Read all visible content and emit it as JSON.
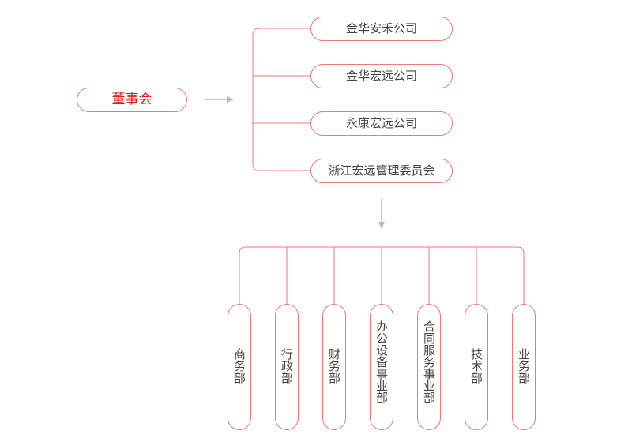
{
  "board": {
    "label": "董事会"
  },
  "companies": [
    {
      "label": "金华安禾公司"
    },
    {
      "label": "金华宏远公司"
    },
    {
      "label": "永康宏远公司"
    },
    {
      "label": "浙江宏远管理委员会"
    }
  ],
  "departments": [
    {
      "label": "商务部"
    },
    {
      "label": "行政部"
    },
    {
      "label": "财务部"
    },
    {
      "label": "办公设备事业部"
    },
    {
      "label": "合同服务事业部"
    },
    {
      "label": "技术部"
    },
    {
      "label": "业务部"
    }
  ],
  "colors": {
    "line": "#e87a7a",
    "arrow": "#b8b8b8",
    "board_text": "#d81e1e",
    "text": "#444444"
  }
}
